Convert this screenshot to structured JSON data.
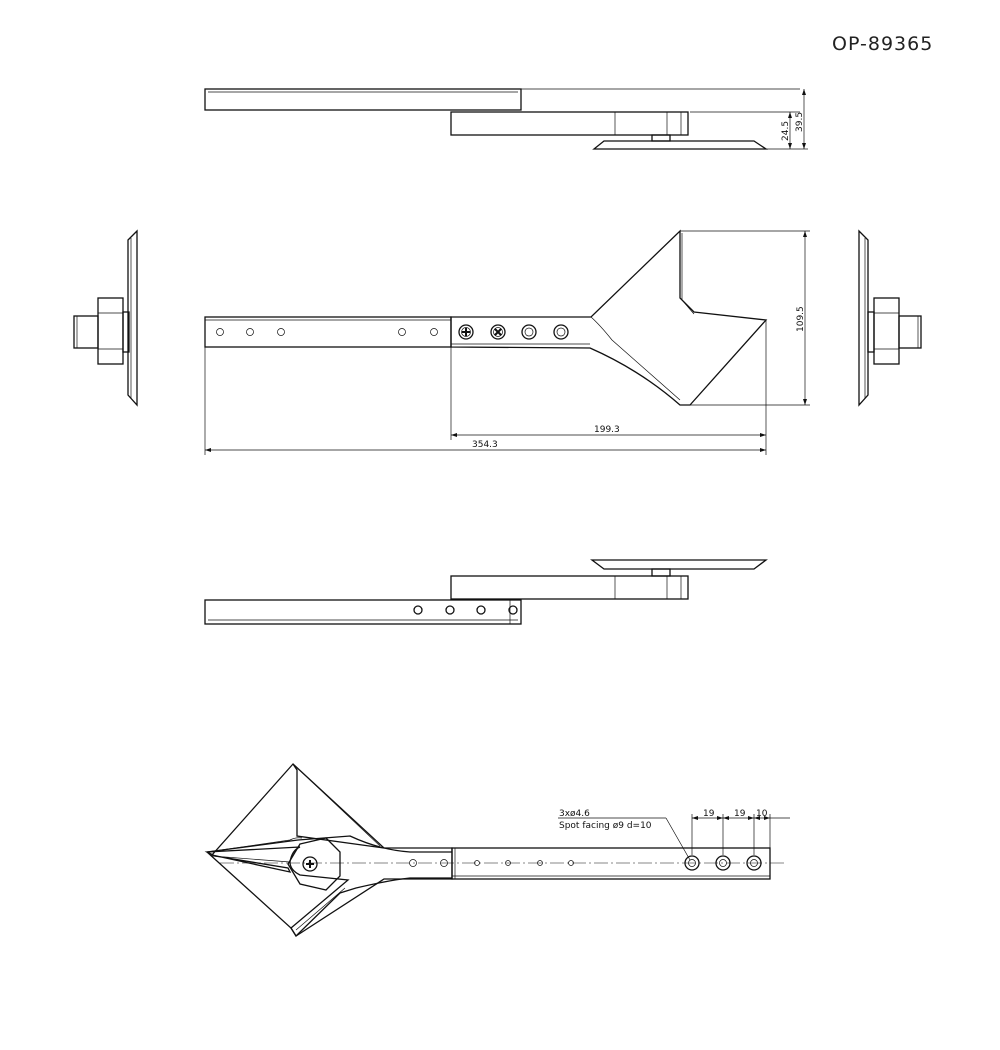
{
  "drawing": {
    "number": "OP-89365"
  },
  "dimensions": {
    "height_overall": "39.5",
    "height_body": "24.5",
    "length_head": "199.3",
    "length_overall": "354.3",
    "width_head": "109.5",
    "pitch_1": "19",
    "pitch_2": "19",
    "edge_offset": "10"
  },
  "notes": {
    "hole_spec": "3xø4.6",
    "spot_facing": "Spot facing ø9 d=10"
  }
}
